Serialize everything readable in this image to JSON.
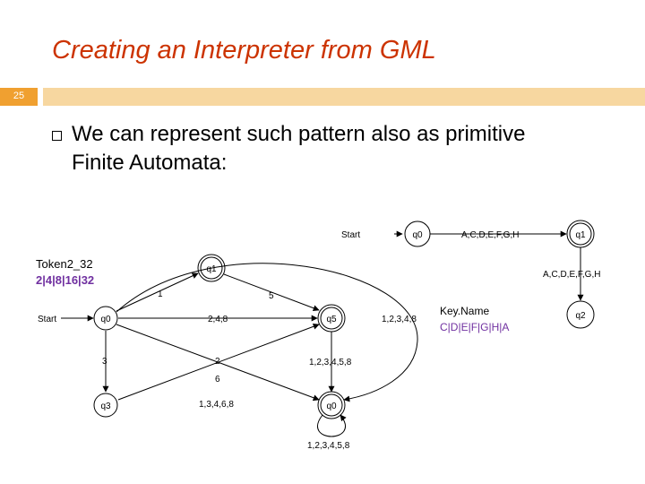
{
  "slide": {
    "title": "Creating an Interpreter from GML",
    "number": "25",
    "bullet": "We can represent such pattern also as primitive Finite Automata:"
  },
  "left_automaton": {
    "token_title": "Token2_32",
    "token_pattern": "2|4|8|16|32",
    "start_label": "Start",
    "states": [
      "q0",
      "q1",
      "q5",
      "q3",
      "q0"
    ],
    "edges": [
      "1",
      "5",
      "2,4,8",
      "3",
      "2",
      "6",
      "1,2,3,4,8",
      "1,2,3,4,5,8",
      "1,3,4,6,8",
      "1,2,3,4,5,8"
    ]
  },
  "right_automaton": {
    "key_title": "Key.Name",
    "key_pattern": "C|D|E|F|G|H|A",
    "start_label": "Start",
    "states": [
      "q0",
      "q1",
      "q2"
    ],
    "edges": [
      "A,C,D,E,F,G,H",
      "A,C,D,E,F,G,H"
    ]
  },
  "colors": {
    "title": "#cc3300",
    "token_pattern": "#7030a0",
    "bar_dark": "#f0a030",
    "bar_light": "#f7d7a0"
  }
}
